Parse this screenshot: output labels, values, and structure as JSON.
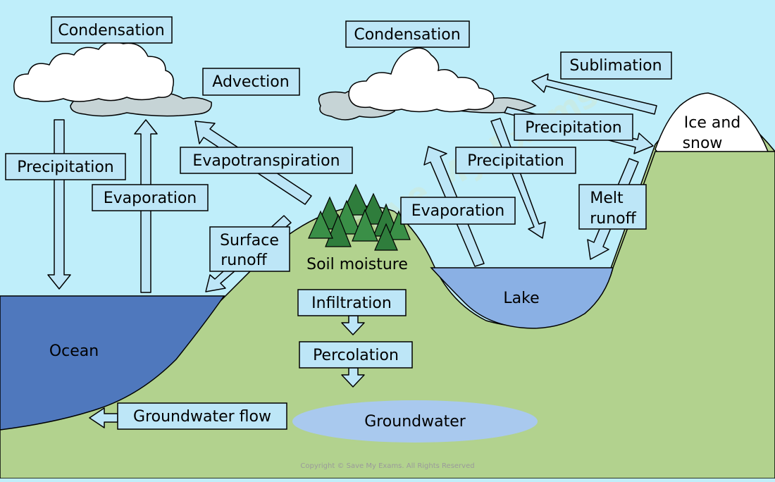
{
  "colors": {
    "sky": "#bfeefa",
    "land": "#b2d28e",
    "ocean": "#4f78bd",
    "lake": "#8ab0e4",
    "groundwater": "#a9c9ee",
    "label_box": "#bde6f7",
    "snow": "#ffffff",
    "tree": "#2f7d3c"
  },
  "labels": {
    "condensation_left": "Condensation",
    "condensation_right": "Condensation",
    "advection": "Advection",
    "sublimation": "Sublimation",
    "precipitation_left": "Precipitation",
    "evaporation_left": "Evaporation",
    "evapotranspiration": "Evapotranspiration",
    "surface_runoff_line1": "Surface",
    "surface_runoff_line2": "runoff",
    "evaporation_right": "Evaporation",
    "precipitation_mid": "Precipitation",
    "precipitation_upper": "Precipitation",
    "melt_runoff_line1": "Melt",
    "melt_runoff_line2": "runoff",
    "infiltration": "Infiltration",
    "percolation": "Percolation",
    "groundwater_flow": "Groundwater flow"
  },
  "regions": {
    "ocean": "Ocean",
    "lake": "Lake",
    "groundwater": "Groundwater",
    "soil_moisture": "Soil moisture",
    "ice_line1": "Ice and",
    "ice_line2": "snow"
  },
  "watermark": "Save My Exams",
  "copyright": "Copyright © Save My Exams. All Rights Reserved"
}
